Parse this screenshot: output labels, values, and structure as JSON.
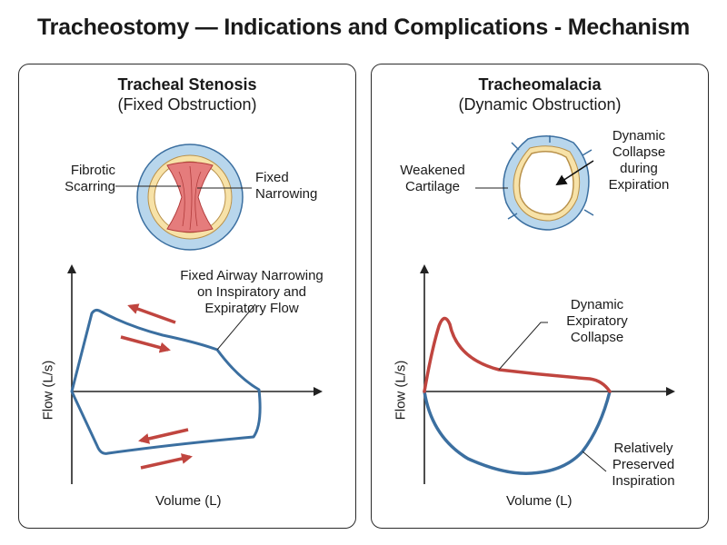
{
  "title": "Tracheostomy — Indications and Complications - Mechanism",
  "colors": {
    "curve_blue": "#3b6fa0",
    "curve_red": "#c0453f",
    "arrow_red": "#c0453f",
    "ring_blue": "#b8d6ec",
    "cartilage_yellow": "#f7e2a8",
    "scar_red": "#e57c7c"
  },
  "stenosis": {
    "title": "Tracheal Stenosis",
    "subtitle": "(Fixed Obstruction)",
    "label_scarring": "Fibrotic\nScarring",
    "label_narrowing": "Fixed\nNarrowing",
    "annotation": "Fixed Airway Narrowing\non Inspiratory and\nExpiratory Flow",
    "xlabel": "Volume (L)",
    "ylabel": "Flow (L/s)"
  },
  "malacia": {
    "title": "Tracheomalacia",
    "subtitle": "(Dynamic Obstruction)",
    "label_cartilage": "Weakened\nCartilage",
    "label_collapse": "Dynamic\nCollapse\nduring\nExpiration",
    "annotation_exp": "Dynamic\nExpiratory\nCollapse",
    "annotation_insp": "Relatively\nPreserved\nInspiration",
    "xlabel": "Volume (L)",
    "ylabel": "Flow (L/s)"
  }
}
